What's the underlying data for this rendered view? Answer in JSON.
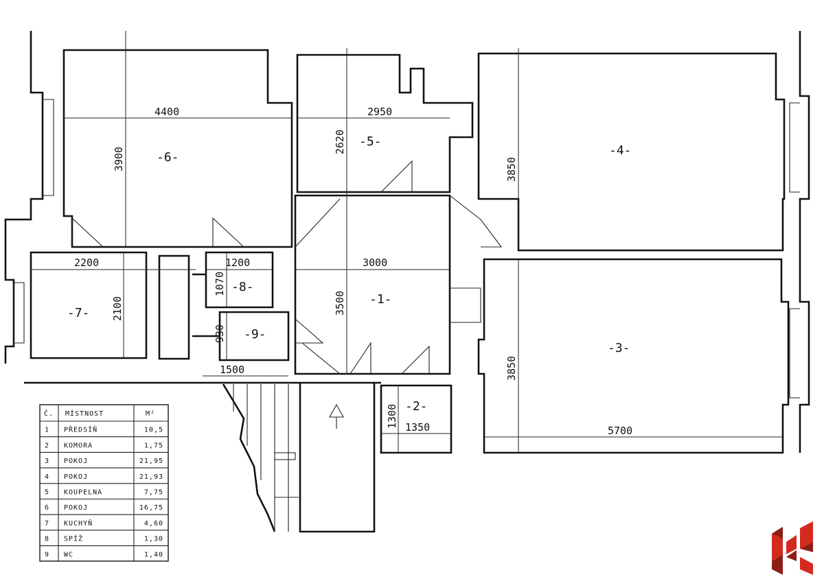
{
  "rooms": [
    {
      "label": "-1-"
    },
    {
      "label": "-2-"
    },
    {
      "label": "-3-"
    },
    {
      "label": "-4-"
    },
    {
      "label": "-5-"
    },
    {
      "label": "-6-"
    },
    {
      "label": "-7-"
    },
    {
      "label": "-8-"
    },
    {
      "label": "-9-"
    }
  ],
  "dimensions": {
    "r6_width": "4400",
    "r6_height": "3900",
    "r5_width": "2950",
    "r5_height": "2620",
    "r4_height": "3850",
    "r3_height": "3850",
    "r3_width": "5700",
    "r1_width": "3000",
    "r1_height": "3500",
    "r7_width": "2200",
    "r7_height": "2100",
    "r8_width": "1200",
    "r8_height": "1070",
    "r9_height": "930",
    "r9_width": "1500",
    "r2_height": "1300",
    "r2_width": "1350"
  },
  "table": {
    "headers": [
      "Č.",
      "MÍSTNOST",
      "M²"
    ],
    "rows": [
      [
        "1",
        "PŘEDSÍŇ",
        "10,5"
      ],
      [
        "2",
        "KOMORA",
        "1,75"
      ],
      [
        "3",
        "POKOJ",
        "21,95"
      ],
      [
        "4",
        "POKOJ",
        "21,93"
      ],
      [
        "5",
        "KOUPELNA",
        "7,75"
      ],
      [
        "6",
        "POKOJ",
        "16,75"
      ],
      [
        "7",
        "KUCHYŇ",
        "4,60"
      ],
      [
        "8",
        "SPÍŽ",
        "1,30"
      ],
      [
        "9",
        "WC",
        "1,40"
      ]
    ]
  },
  "colors": {
    "logo_red": "#d42a1e",
    "logo_dark": "#8e1f17"
  }
}
